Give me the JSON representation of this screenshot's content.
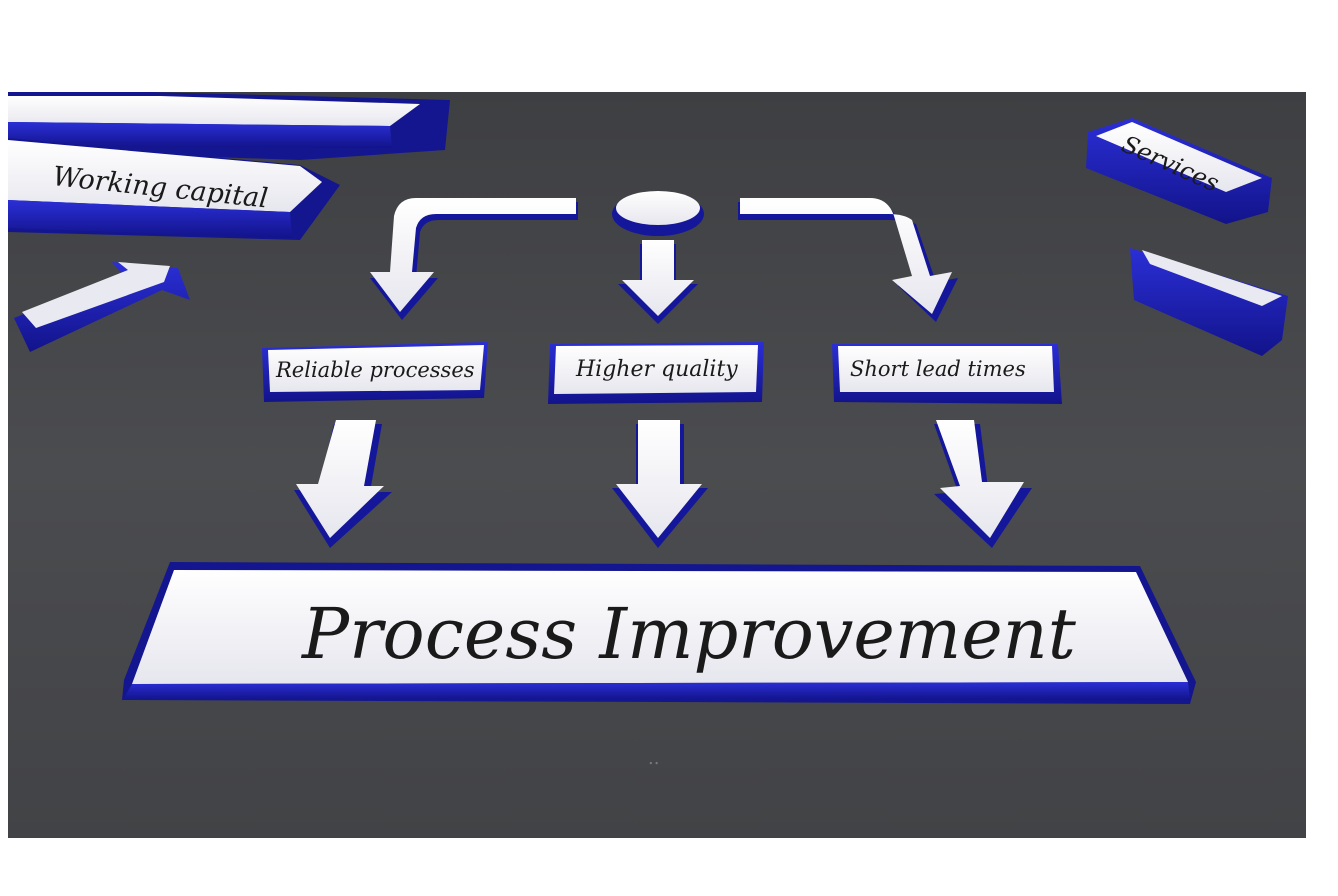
{
  "labels": {
    "working_capital": "Working capital",
    "services": "Services",
    "reliable_processes": "Reliable processes",
    "higher_quality": "Higher quality",
    "short_lead_times": "Short lead times",
    "process_improvement": "Process Improvement"
  },
  "colors": {
    "board": "#4a4a4c",
    "block_blue": "#1d1fb4",
    "block_face": "#f1f1f6",
    "text": "#1a1a1a"
  }
}
